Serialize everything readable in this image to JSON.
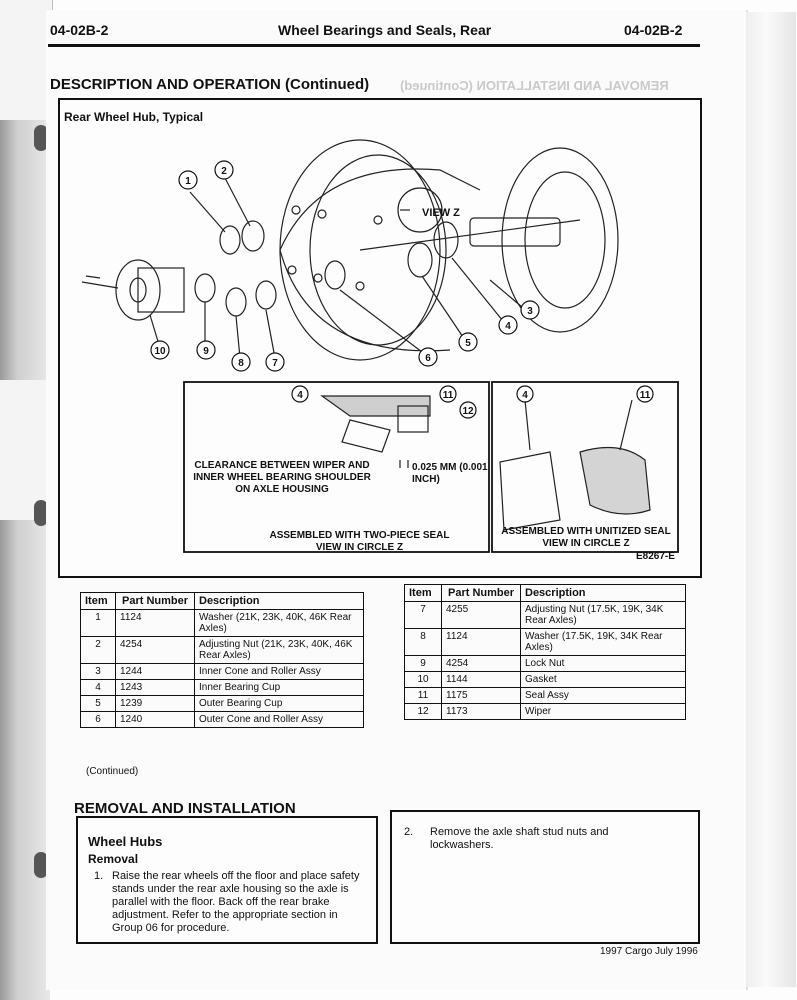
{
  "header": {
    "left": "04-02B-2",
    "title": "Wheel Bearings and Seals, Rear",
    "right": "04-02B-2"
  },
  "section1": {
    "title": "DESCRIPTION AND OPERATION (Continued)"
  },
  "diagram": {
    "title": "Rear Wheel Hub, Typical",
    "view_z": "VIEW Z",
    "clearance_label": "CLEARANCE BETWEEN WIPER AND INNER WHEEL BEARING SHOULDER ON AXLE HOUSING",
    "clearance_value": "0.025 MM (0.001 INCH)",
    "two_piece_caption": "ASSEMBLED WITH TWO-PIECE SEAL VIEW IN CIRCLE Z",
    "unitized_caption": "ASSEMBLED WITH UNITIZED SEAL VIEW IN CIRCLE Z",
    "figure_id": "E8267-E",
    "callouts": [
      "1",
      "2",
      "3",
      "4",
      "5",
      "6",
      "7",
      "8",
      "9",
      "10",
      "11",
      "12"
    ]
  },
  "table_headers": {
    "item": "Item",
    "part_number": "Part Number",
    "description": "Description"
  },
  "table_left": [
    {
      "item": "1",
      "part": "1124",
      "desc": "Washer (21K, 23K, 40K, 46K Rear Axles)"
    },
    {
      "item": "2",
      "part": "4254",
      "desc": "Adjusting Nut (21K, 23K, 40K, 46K Rear Axles)"
    },
    {
      "item": "3",
      "part": "1244",
      "desc": "Inner Cone and Roller Assy"
    },
    {
      "item": "4",
      "part": "1243",
      "desc": "Inner Bearing Cup"
    },
    {
      "item": "5",
      "part": "1239",
      "desc": "Outer Bearing Cup"
    },
    {
      "item": "6",
      "part": "1240",
      "desc": "Outer Cone and Roller Assy"
    }
  ],
  "table_left_note": "(Continued)",
  "table_right": [
    {
      "item": "7",
      "part": "4255",
      "desc": "Adjusting Nut (17.5K, 19K, 34K Rear Axles)"
    },
    {
      "item": "8",
      "part": "1124",
      "desc": "Washer (17.5K, 19K, 34K Rear Axles)"
    },
    {
      "item": "9",
      "part": "4254",
      "desc": "Lock Nut"
    },
    {
      "item": "10",
      "part": "1144",
      "desc": "Gasket"
    },
    {
      "item": "11",
      "part": "1175",
      "desc": "Seal Assy"
    },
    {
      "item": "12",
      "part": "1173",
      "desc": "Wiper"
    }
  ],
  "section2": {
    "title": "REMOVAL AND INSTALLATION"
  },
  "removal": {
    "subhead": "Wheel Hubs",
    "subsub": "Removal",
    "step1_num": "1.",
    "step1": "Raise the rear wheels off the floor and place safety stands under the rear axle housing so the axle is parallel with the floor. Back off the rear brake adjustment. Refer to the appropriate section in Group 06 for procedure.",
    "step2_num": "2.",
    "step2": "Remove the axle shaft stud nuts and lockwashers."
  },
  "footer": "1997 Cargo July 1996",
  "ghost_text": "REMOVAL AND INSTALLATION (Continued)"
}
